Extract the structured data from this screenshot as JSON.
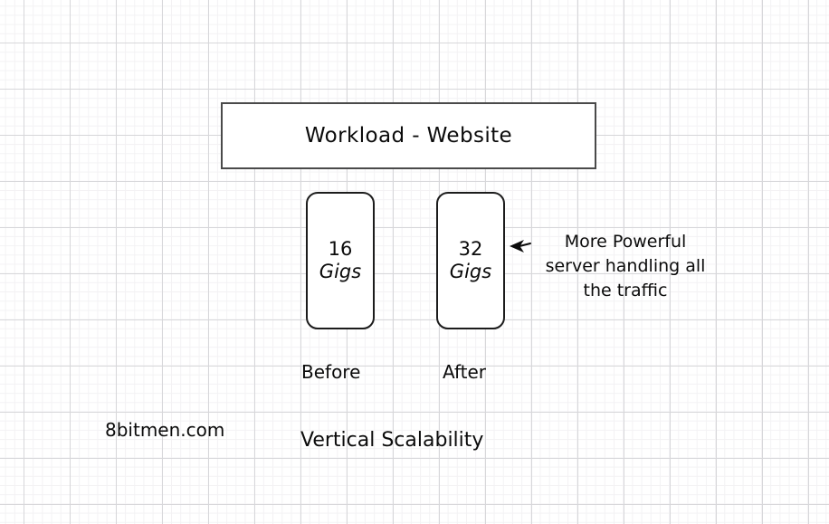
{
  "diagram": {
    "title_box": {
      "label": "Workload - Website"
    },
    "servers": [
      {
        "name": "before-server",
        "size": "16",
        "unit": "Gigs",
        "phase_label": "Before"
      },
      {
        "name": "after-server",
        "size": "32",
        "unit": "Gigs",
        "phase_label": "After"
      }
    ],
    "annotation": {
      "icon": "left-arrow-icon",
      "line1": "More Powerful",
      "line2": "server handling all",
      "line3": "the traffic"
    },
    "caption": "Vertical Scalability",
    "watermark": "8bitmen.com",
    "colors": {
      "ink": "#0b0b0b",
      "title_border": "#4a4a4a",
      "box_border": "#1c1c1c",
      "grid_major": "#d7d7da",
      "grid_minor": "#f3f2f4",
      "background": "#ffffff"
    }
  }
}
